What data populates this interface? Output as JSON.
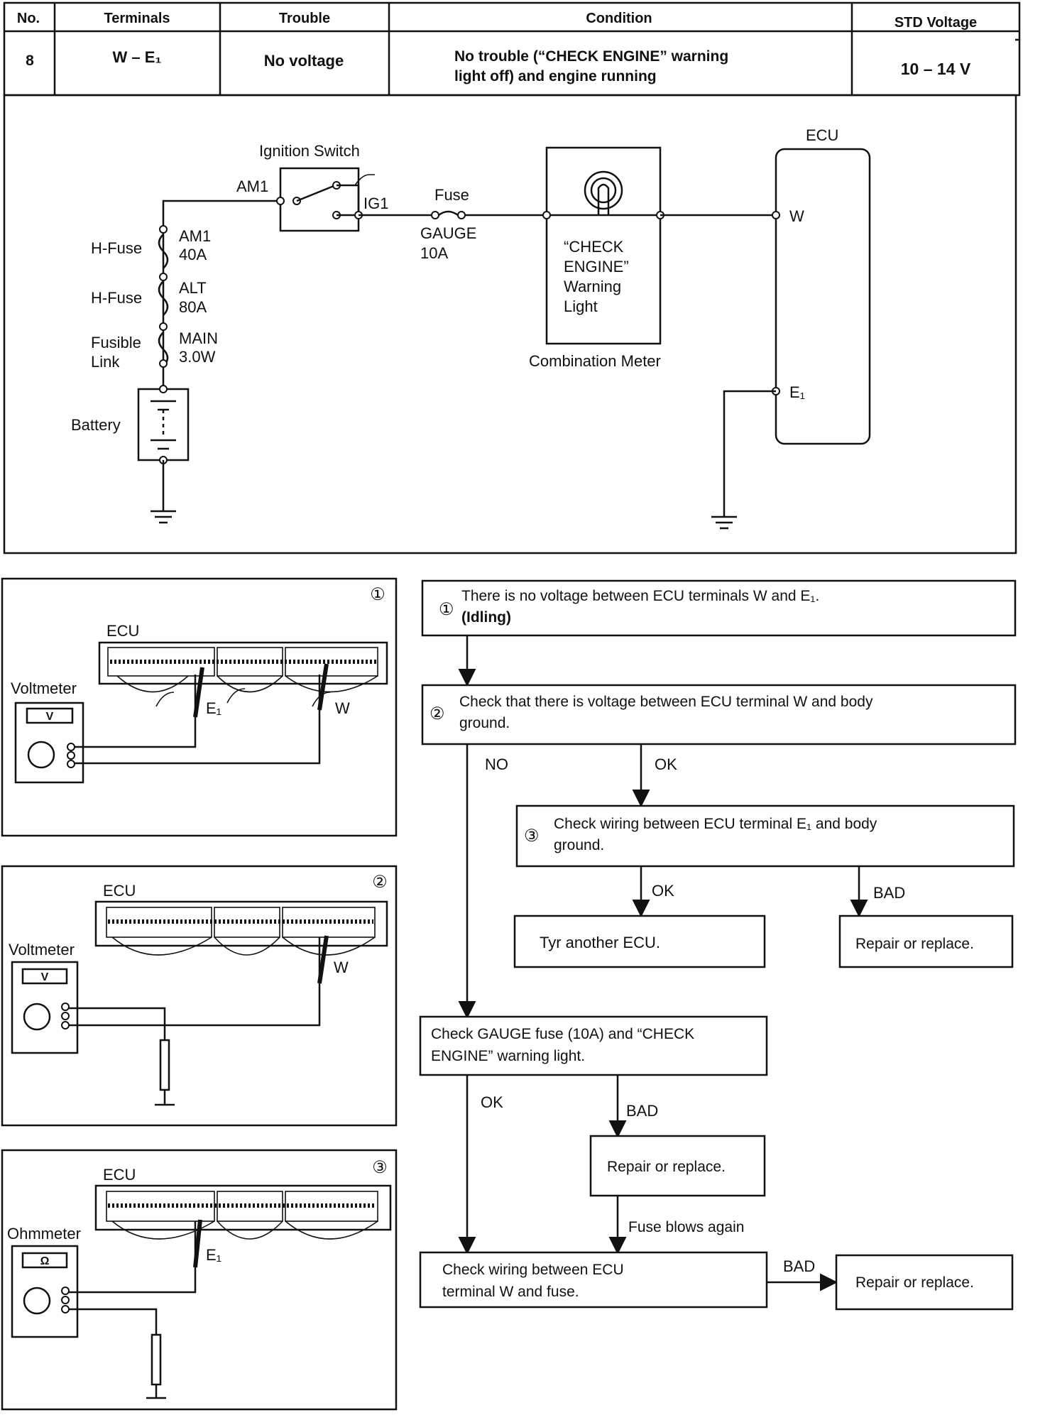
{
  "table": {
    "headers": {
      "no": "No.",
      "terminals": "Terminals",
      "trouble": "Trouble",
      "condition": "Condition",
      "std_voltage": "STD Voltage"
    },
    "row": {
      "no": "8",
      "terminals": "W  –  E₁",
      "trouble": "No voltage",
      "condition_line1": "No trouble (“CHECK ENGINE” warning",
      "condition_line2": "light off) and engine running",
      "std_voltage": "10 – 14 V"
    }
  },
  "circuit": {
    "ignition_switch": "Ignition Switch",
    "am1": "AM1",
    "ig1": "IG1",
    "fuse_label": "Fuse",
    "gauge": "GAUGE",
    "gauge_rating": "10A",
    "hfuse1_label": "H-Fuse",
    "hfuse1_name": "AM1",
    "hfuse1_rating": "40A",
    "hfuse2_label": "H-Fuse",
    "hfuse2_name": "ALT",
    "hfuse2_rating": "80A",
    "fusible_label1": "Fusible",
    "fusible_label2": "Link",
    "fusible_name": "MAIN",
    "fusible_rating": "3.0W",
    "battery": "Battery",
    "warning_line1": "“CHECK",
    "warning_line2": "ENGINE”",
    "warning_line3": "Warning",
    "warning_line4": "Light",
    "combination_meter": "Combination Meter",
    "ecu": "ECU",
    "terminal_w": "W",
    "terminal_e1": "E₁"
  },
  "panels": [
    {
      "number": "①",
      "ecu": "ECU",
      "meter": "Voltmeter",
      "meter_symbol": "V",
      "probe1": "E₁",
      "probe2": "W"
    },
    {
      "number": "②",
      "ecu": "ECU",
      "meter": "Voltmeter",
      "meter_symbol": "V",
      "probe2": "W"
    },
    {
      "number": "③",
      "ecu": "ECU",
      "meter": "Ohmmeter",
      "meter_symbol": "Ω",
      "probe1": "E₁"
    }
  ],
  "flow": {
    "step1_num": "①",
    "step1_line1": "There is no voltage between ECU terminals W and E₁.",
    "step1_line2": "(Idling)",
    "step2_num": "②",
    "step2_line1": "Check that there is voltage between ECU terminal W and body",
    "step2_line2": "ground.",
    "no_label": "NO",
    "ok_label": "OK",
    "step3_num": "③",
    "step3_line1": "Check wiring between ECU terminal E₁ and body",
    "step3_line2": "ground.",
    "ok_label2": "OK",
    "bad_label": "BAD",
    "try_ecu": "Tyr another ECU.",
    "repair1": "Repair or replace.",
    "gauge_line1": "Check GAUGE fuse (10A) and “CHECK",
    "gauge_line2": "ENGINE” warning light.",
    "ok_label3": "OK",
    "bad_label2": "BAD",
    "repair2": "Repair or replace.",
    "fuse_blows": "Fuse blows again",
    "wiring_line1": "Check wiring between ECU",
    "wiring_line2": "terminal W and fuse.",
    "bad_label3": "BAD",
    "repair3": "Repair or replace."
  }
}
